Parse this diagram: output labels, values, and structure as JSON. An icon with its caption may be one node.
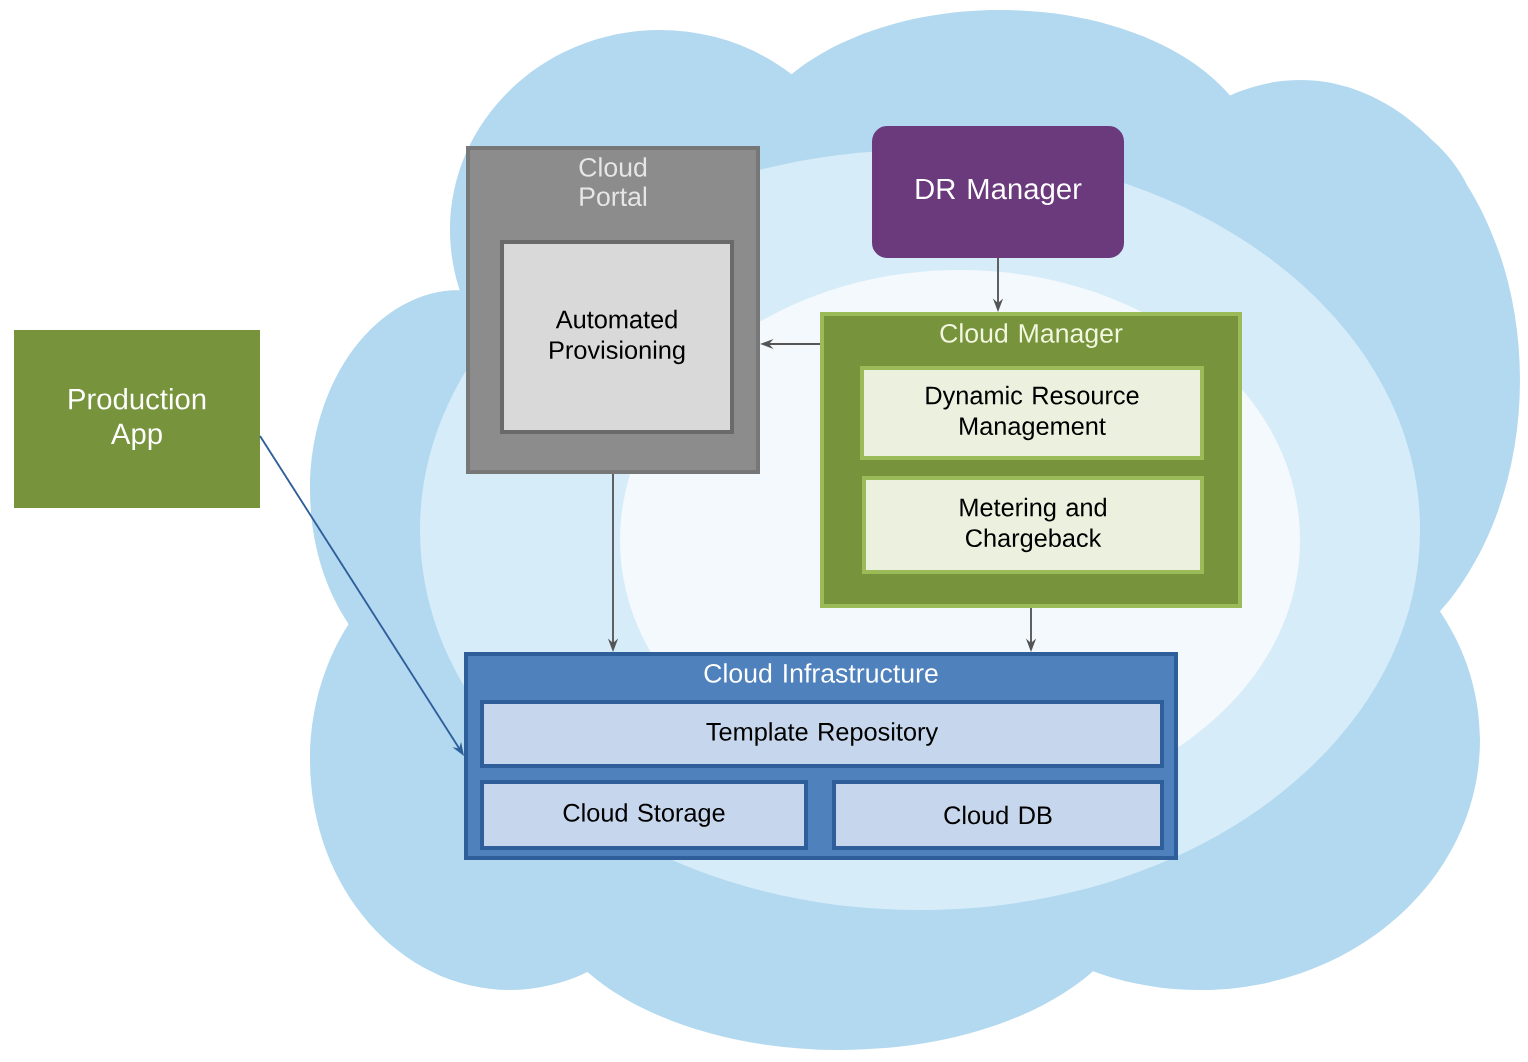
{
  "diagram": {
    "nodes": [
      {
        "text": [],
        "shape": "cloud"
      },
      {
        "text": [
          "Cloud Portal"
        ],
        "in": 0
      },
      {
        "text": [
          "Automated Provisioning"
        ],
        "in": 1
      },
      {
        "text": [
          "DR Manager"
        ],
        "in": 0
      },
      {
        "text": [
          "Cloud Manager"
        ],
        "in": 0
      },
      {
        "text": [
          "Dynamic Resource Management"
        ],
        "in": 4
      },
      {
        "text": [
          "Metering and Chargeback"
        ],
        "in": 4
      },
      {
        "text": [
          "Production App"
        ]
      },
      {
        "text": [
          "Cloud Infrastructure"
        ],
        "in": 0
      },
      {
        "text": [
          "Template Repository"
        ],
        "in": 8
      },
      {
        "text": [
          "Cloud Storage"
        ],
        "in": 8
      },
      {
        "text": [
          "Cloud DB"
        ],
        "in": 8
      }
    ],
    "edges": [
      {
        "from": 3,
        "to": 4,
        "arrow": "to"
      },
      {
        "from": 4,
        "to": 1,
        "arrow": "to"
      },
      {
        "from": 1,
        "to": 8,
        "arrow": "to"
      },
      {
        "from": 4,
        "to": 8,
        "arrow": "to"
      },
      {
        "from": 7,
        "to": 8,
        "arrow": "to"
      }
    ]
  }
}
